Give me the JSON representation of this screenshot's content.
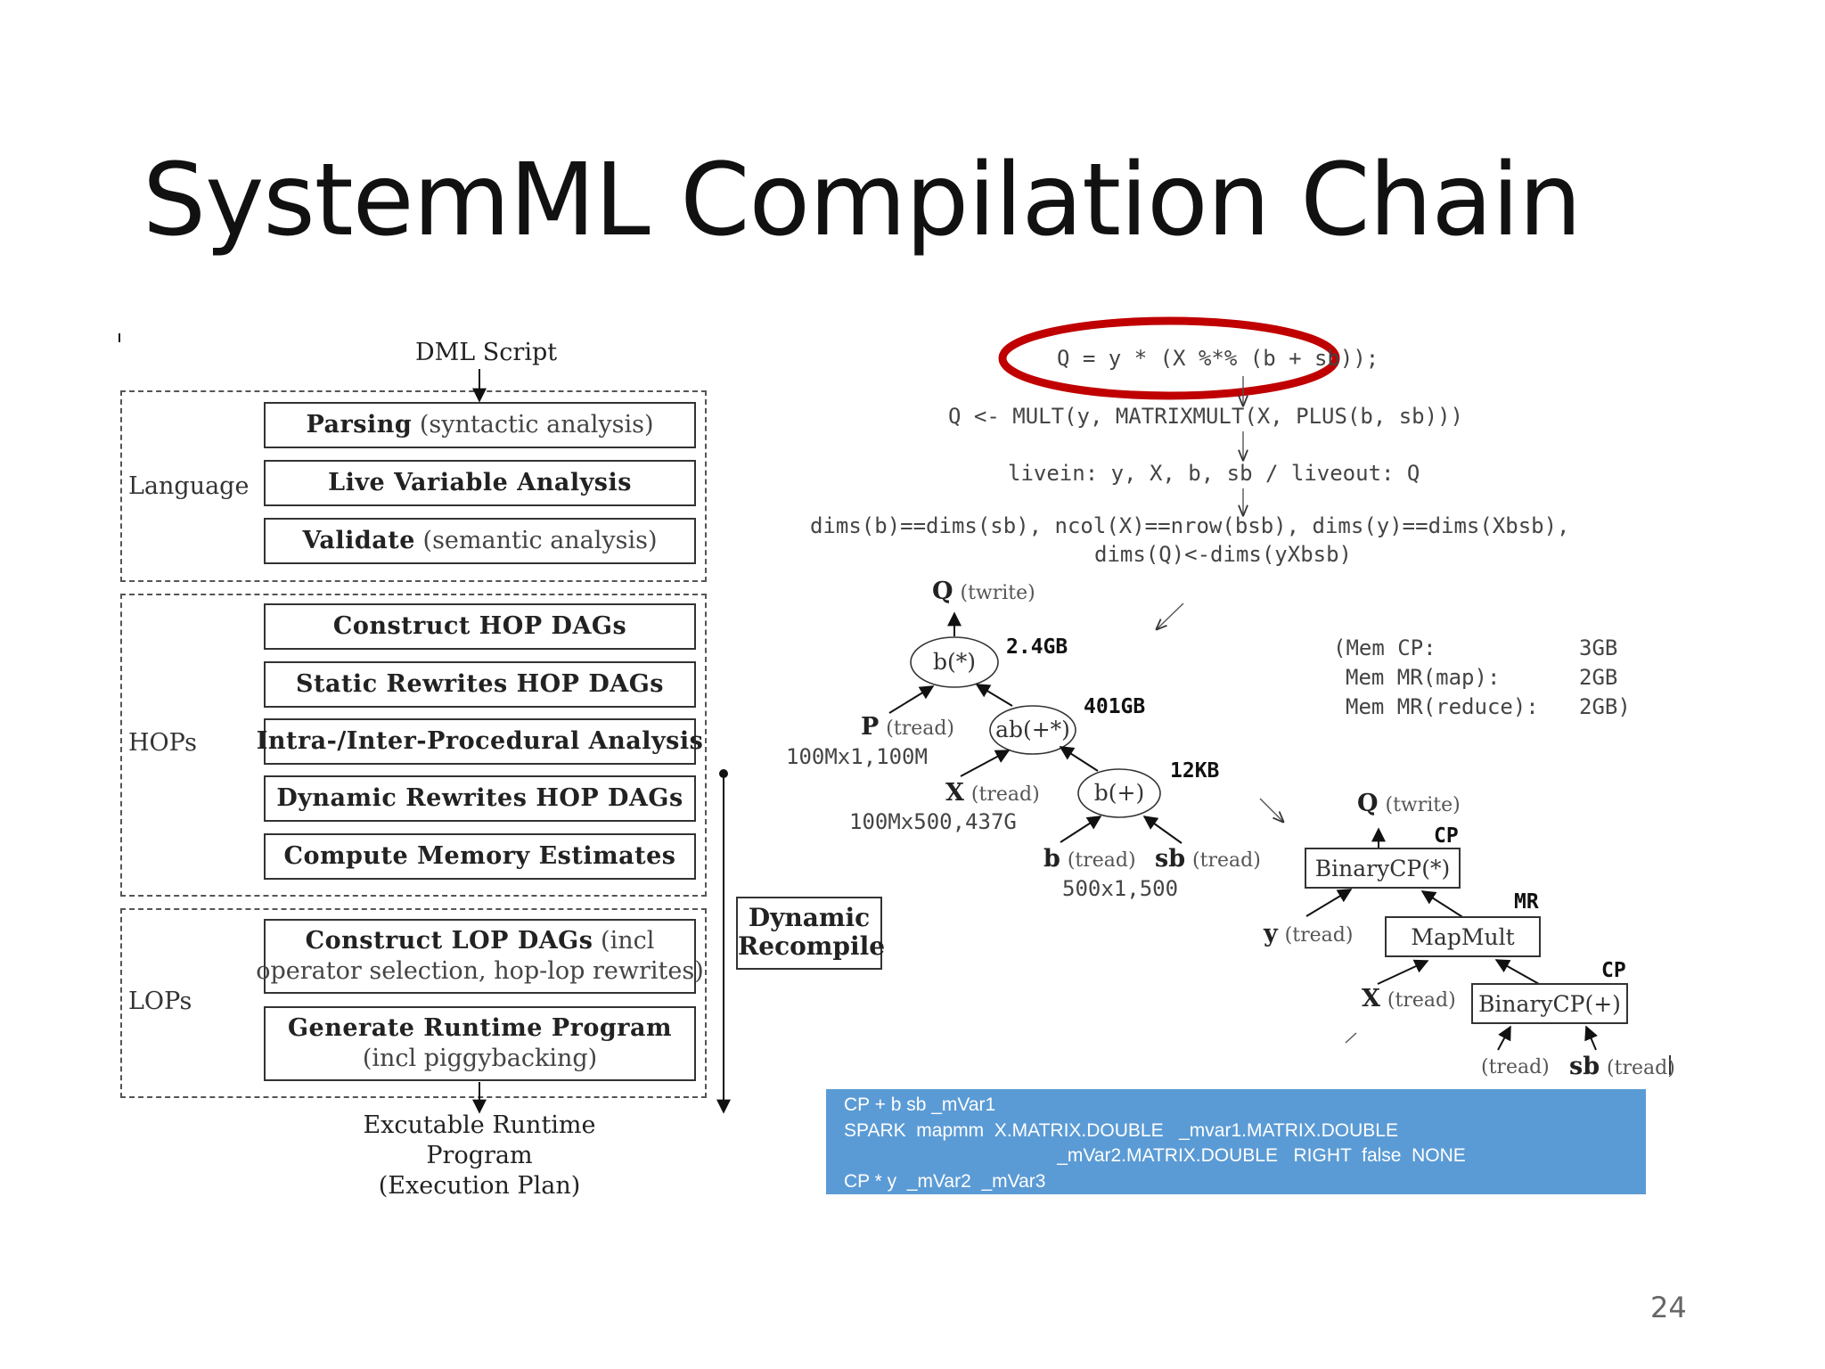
{
  "slide": {
    "title": "SystemML Compilation Chain",
    "page_number": "24"
  },
  "pipeline": {
    "input": "DML Script",
    "output_line1": "Excutable Runtime Program",
    "output_line2": "(Execution Plan)",
    "dynamic_recompile_line1": "Dynamic",
    "dynamic_recompile_line2": "Recompile",
    "groups": [
      {
        "label": "Language"
      },
      {
        "label": "HOPs"
      },
      {
        "label": "LOPs"
      }
    ],
    "steps": {
      "parsing_bold": "Parsing",
      "parsing_rest": "(syntactic analysis)",
      "live_variable": "Live Variable Analysis",
      "validate_bold": "Validate",
      "validate_rest": "(semantic analysis)",
      "construct_hop": "Construct HOP DAGs",
      "static_rewrites": "Static Rewrites HOP DAGs",
      "ipa": "Intra-/Inter-Procedural Analysis",
      "dynamic_rewrites": "Dynamic Rewrites HOP DAGs",
      "memory_estimates": "Compute Memory Estimates",
      "construct_lop_bold": "Construct LOP DAGs",
      "construct_lop_rest": "(incl",
      "construct_lop_line2": "operator selection, hop-lop rewrites)",
      "generate_runtime": "Generate Runtime Program",
      "generate_runtime_line2": "(incl piggybacking)"
    }
  },
  "example": {
    "dml_statement": "Q = y * (X %*% (b + sb));",
    "parsed": "Q <- MULT(y, MATRIXMULT(X, PLUS(b, sb)))",
    "liveness": "livein: y, X, b, sb / liveout: Q",
    "validate_line1": "dims(b)==dims(sb), ncol(X)==nrow(bsb), dims(y)==dims(Xbsb),",
    "validate_line2": "dims(Q)<-dims(yXbsb)",
    "memory_budget_line1_label": "(Mem CP:",
    "memory_budget_line1_value": "3GB",
    "memory_budget_line2_label": "Mem MR(map):",
    "memory_budget_line2_value": "2GB",
    "memory_budget_line3_label": "Mem MR(reduce):",
    "memory_budget_line3_value": "2GB)"
  },
  "hop_dag": {
    "root_name": "Q",
    "root_op": "(twrite)",
    "mult_node": "b(*)",
    "mult_mem": "2.4GB",
    "matmult_node": "ab(+*)",
    "matmult_mem": "401GB",
    "plus_node": "b(+)",
    "plus_mem": "12KB",
    "p_name": "P",
    "p_op": "(tread)",
    "p_dims": "100Mx1,100M",
    "x_name": "X",
    "x_op": "(tread)",
    "x_dims": "100Mx500,437G",
    "b_name": "b",
    "b_op": "(tread)",
    "sb_name": "sb",
    "sb_op": "(tread)",
    "b_dims": "500x1,500"
  },
  "lop_dag": {
    "root_name": "Q",
    "root_op": "(twrite)",
    "mult_exec": "CP",
    "mult_node": "BinaryCP(*)",
    "mapmult_exec": "MR",
    "mapmult_node": "MapMult",
    "plus_exec": "CP",
    "plus_node": "BinaryCP(+)",
    "y_name": "y",
    "y_op": "(tread)",
    "x_name": "X",
    "x_op": "(tread)",
    "b_op": "(tread)",
    "sb_name": "sb",
    "sb_op": "(tread)"
  },
  "execution_plan": {
    "line1": "CP + b sb _mVar1",
    "line2": "SPARK  mapmm  X.MATRIX.DOUBLE   _mvar1.MATRIX.DOUBLE",
    "line3": "                                         _mVar2.MATRIX.DOUBLE   RIGHT  false  NONE",
    "line4": "CP * y  _mVar2  _mVar3"
  },
  "colors": {
    "highlight_ring": "#c00000",
    "plan_background": "#5b9bd5",
    "plan_text": "#ffffff"
  }
}
